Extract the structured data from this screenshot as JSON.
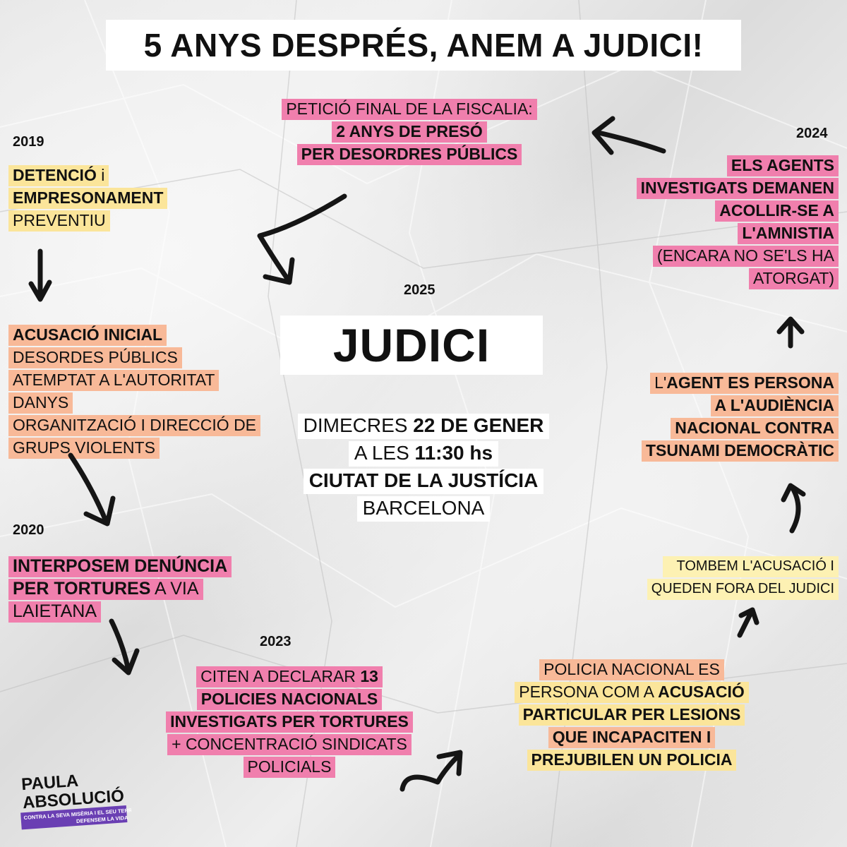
{
  "title": "5 ANYS DESPRÉS, ANEM A JUDICI!",
  "years": {
    "y2019": "2019",
    "y2020": "2020",
    "y2023": "2023",
    "y2024": "2024",
    "y2025": "2025"
  },
  "detencio": {
    "l1_bold": "DETENCIÓ",
    "l1_rest": " i",
    "l2": "EMPRESONAMENT",
    "l3": "PREVENTIU"
  },
  "acusacio": {
    "heading": "ACUSACIÓ INICIAL",
    "items": [
      "DESORDES PÚBLICS",
      "ATEMPTAT A L'AUTORITAT",
      "DANYS",
      "ORGANITZACIÓ I DIRECCIÓ DE",
      "GRUPS VIOLENTS"
    ]
  },
  "denuncia": {
    "l1": "INTERPOSEM DENÚNCIA",
    "l2_bold": "PER TORTURES",
    "l2_rest": " A VIA",
    "l3": "LAIETANA"
  },
  "citen": {
    "l1_pre": "CITEN A DECLARAR ",
    "l1_bold": "13",
    "l2": "POLICIES NACIONALS",
    "l3": "INVESTIGATS PER TORTURES",
    "l4": "+ CONCENTRACIÓ SINDICATS",
    "l5": "POLICIALS"
  },
  "policia": {
    "l1": "POLICIA NACIONAL ES",
    "l2_pre": "PERSONA COM A ",
    "l2_bold": "ACUSACIÓ",
    "l3": "PARTICULAR PER LESIONS",
    "l4": "QUE INCAPACITEN I",
    "l5": "PREJUBILEN UN POLICIA"
  },
  "tombem": {
    "l1": "TOMBEM L'ACUSACIÓ I",
    "l2": "QUEDEN FORA DEL JUDICI"
  },
  "agent": {
    "l1_pre": "L'",
    "l1_bold": "AGENT ES PERSONA",
    "l2": "A L'AUDIÈNCIA",
    "l3": "NACIONAL CONTRA",
    "l4": "TSUNAMI DEMOCRÀTIC"
  },
  "agents": {
    "l1": "ELS AGENTS",
    "l2": "INVESTIGATS DEMANEN",
    "l3": "ACOLLIR-SE A",
    "l4": "L'AMNISTIA",
    "l5": "(ENCARA NO SE'LS HA",
    "l6": "ATORGAT)"
  },
  "peticio": {
    "l1": "PETICIÓ FINAL DE LA FISCALIA:",
    "l2": "2 ANYS DE PRESÓ",
    "l3": "PER DESORDRES PÚBLICS"
  },
  "judici": "JUDICI",
  "info": {
    "l1_pre": "DIMECRES ",
    "l1_bold": "22 DE GENER",
    "l2_pre": "A LES ",
    "l2_bold": "11:30 hs",
    "l3": "CIUTAT DE LA JUSTÍCIA",
    "l4": "BARCELONA"
  },
  "logo": {
    "line1": "PAULA",
    "line2": "ABSOLUCIÓ",
    "band1": "CONTRA LA SEVA MISÈRIA I EL SEU TERROR",
    "band2": "DEFENSEM LA VIDA",
    "band_color": "#6a3fb3"
  },
  "colors": {
    "yellow": "#fbe59a",
    "peach": "#f8b998",
    "pink": "#f07fad",
    "light_yellow": "#fdf1b3",
    "white_box": "#ffffff"
  }
}
